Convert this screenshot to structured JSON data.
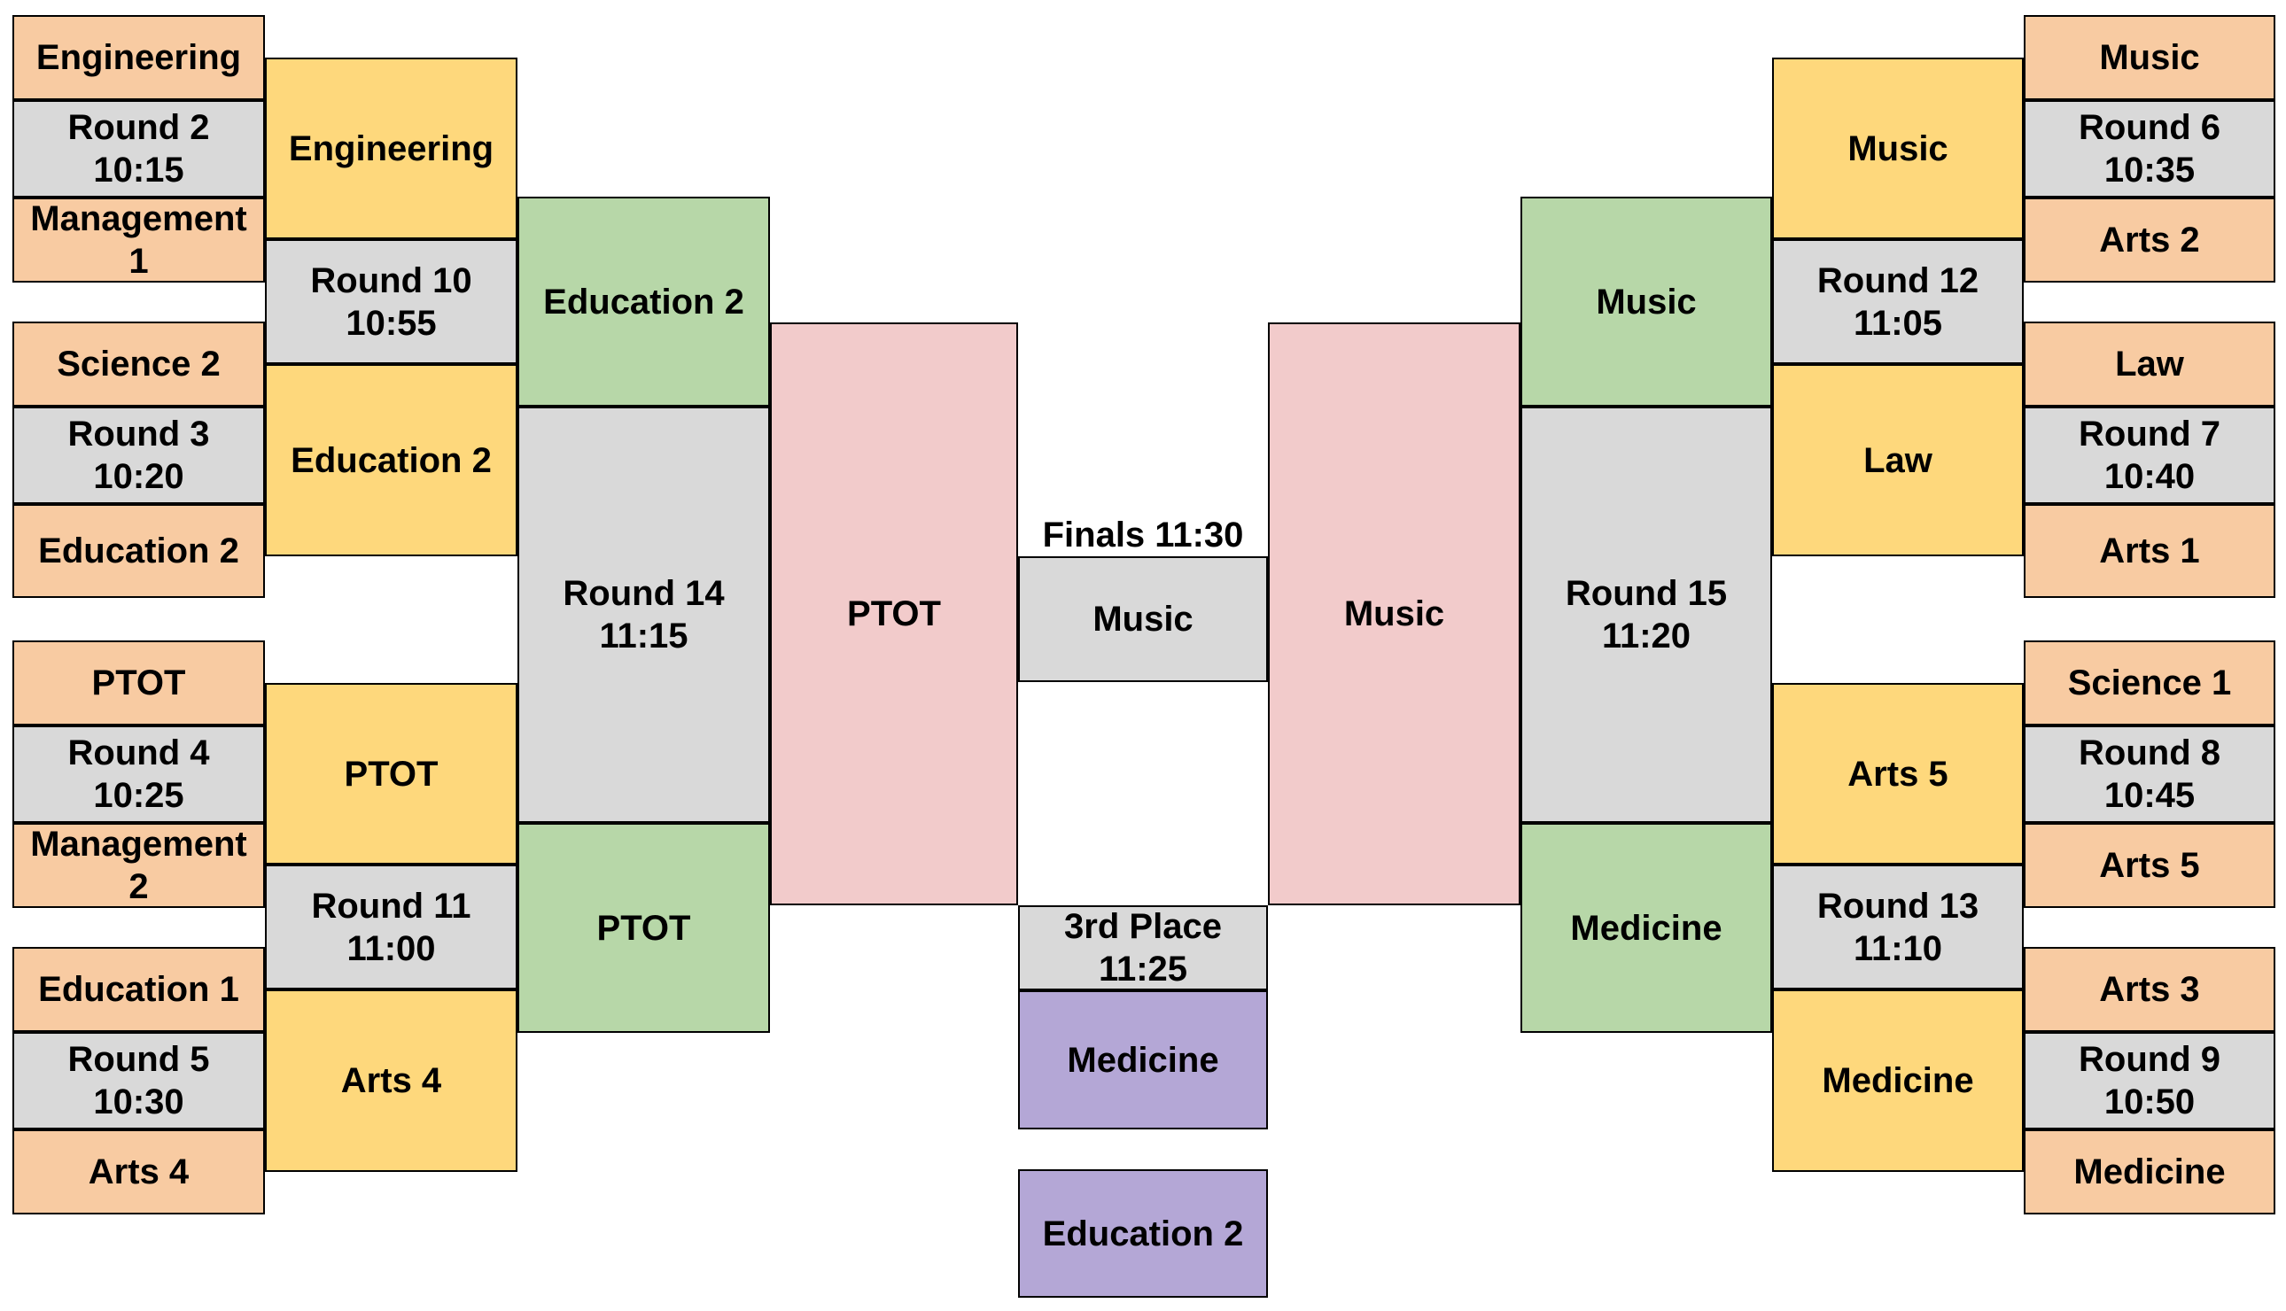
{
  "left": {
    "r1": [
      {
        "top": "Engineering",
        "round": "Round 2\n10:15",
        "bottom": "Management\n1"
      },
      {
        "top": "Science 2",
        "round": "Round 3\n10:20",
        "bottom": "Education 2"
      },
      {
        "top": "PTOT",
        "round": "Round 4\n10:25",
        "bottom": "Management\n2"
      },
      {
        "top": "Education 1",
        "round": "Round 5\n10:30",
        "bottom": "Arts 4"
      }
    ],
    "qf": {
      "winners": [
        "Engineering",
        "Education 2",
        "PTOT",
        "Arts 4"
      ],
      "rounds": [
        "Round 10\n10:55",
        "Round 11\n11:00"
      ]
    },
    "sf": {
      "winners": [
        "Education 2",
        "PTOT"
      ],
      "round": "Round 14\n11:15"
    },
    "finalist": "PTOT"
  },
  "right": {
    "r1": [
      {
        "top": "Music",
        "round": "Round 6\n10:35",
        "bottom": "Arts 2"
      },
      {
        "top": "Law",
        "round": "Round 7\n10:40",
        "bottom": "Arts 1"
      },
      {
        "top": "Science 1",
        "round": "Round 8\n10:45",
        "bottom": "Arts 5"
      },
      {
        "top": "Arts 3",
        "round": "Round 9\n10:50",
        "bottom": "Medicine"
      }
    ],
    "qf": {
      "winners": [
        "Music",
        "Law",
        "Arts 5",
        "Medicine"
      ],
      "rounds": [
        "Round 12\n11:05",
        "Round 13\n11:10"
      ]
    },
    "sf": {
      "winners": [
        "Music",
        "Medicine"
      ],
      "round": "Round 15\n11:20"
    },
    "finalist": "Music"
  },
  "final": {
    "label": "Finals 11:30",
    "winner": "Music"
  },
  "third": {
    "label": "3rd Place\n11:25",
    "teams": [
      "Medicine",
      "Education 2"
    ]
  }
}
